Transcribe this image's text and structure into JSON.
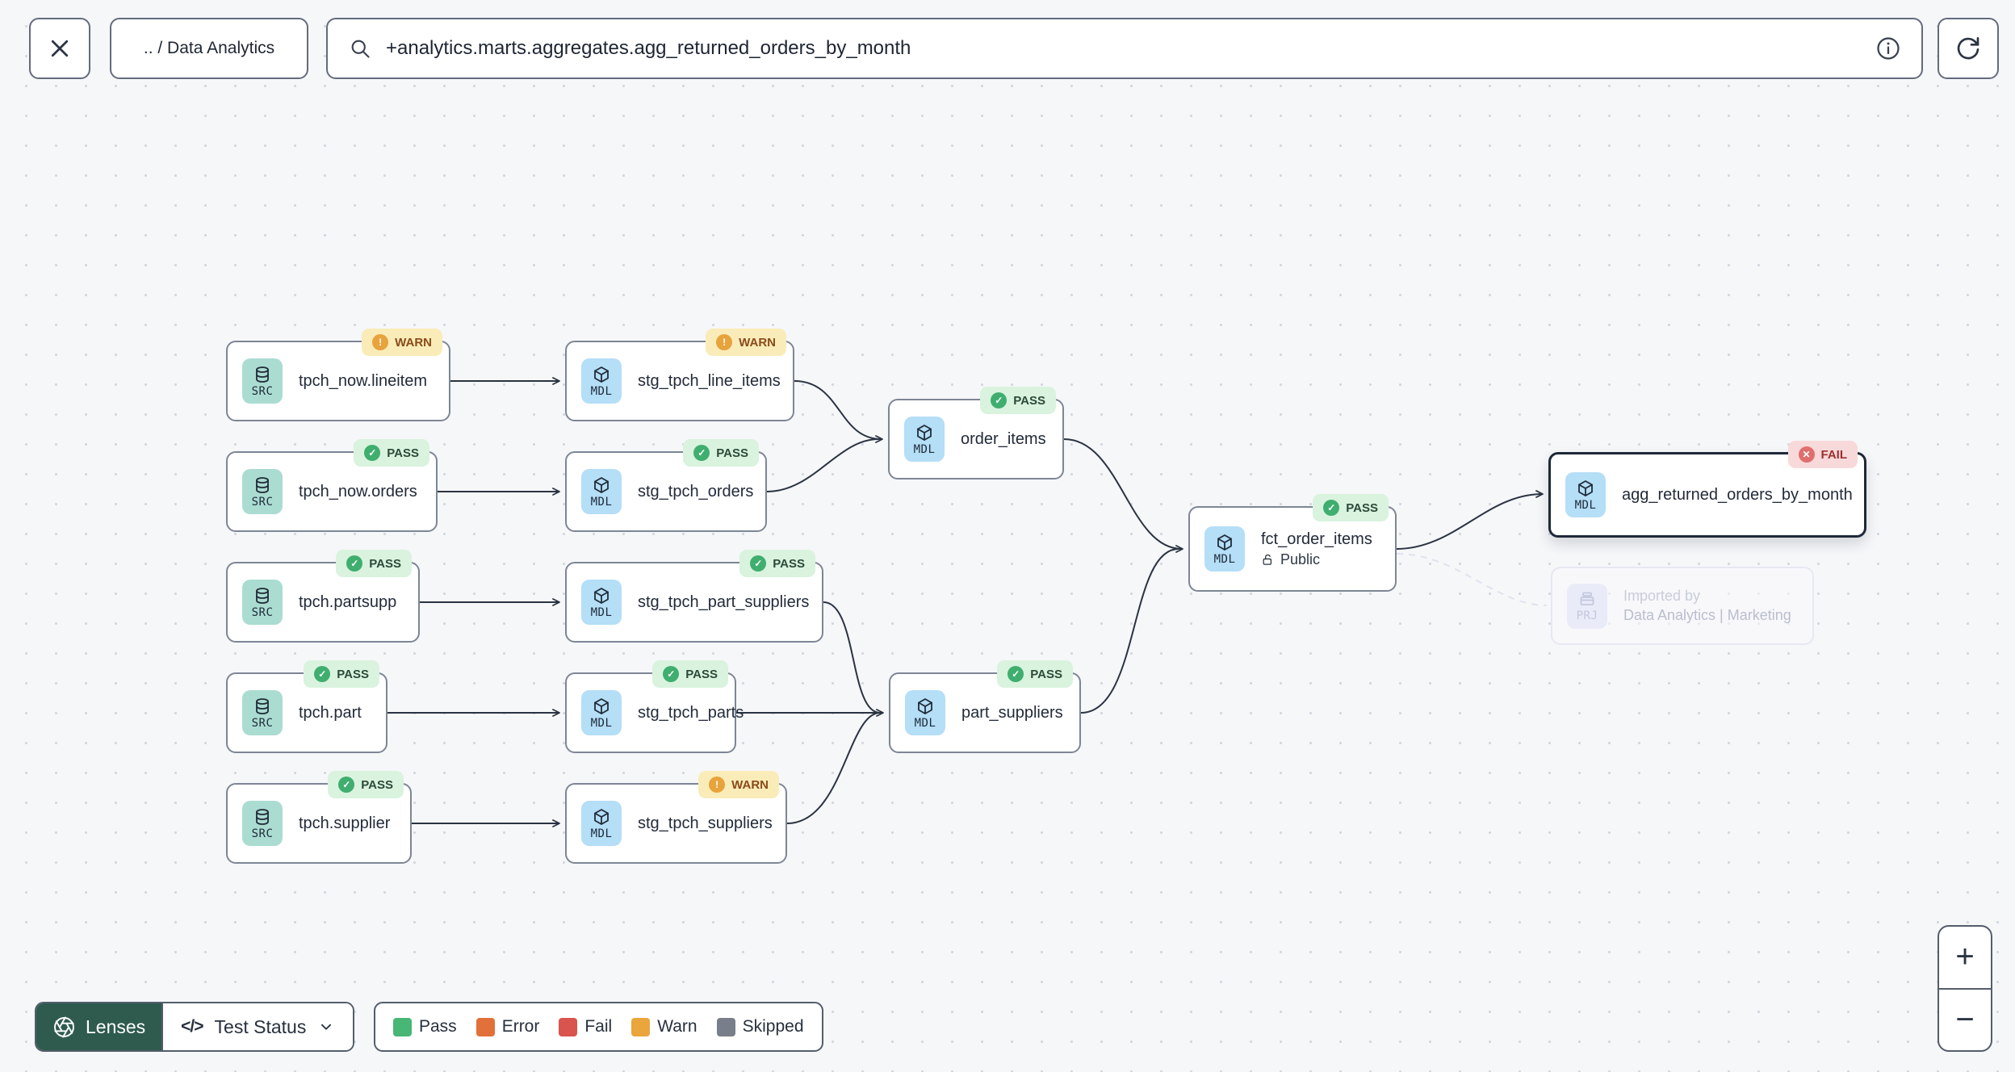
{
  "topbar": {
    "breadcrumb": ".. / Data Analytics",
    "search_value": "+analytics.marts.aggregates.agg_returned_orders_by_month"
  },
  "badge_glyphs": {
    "PASS": "✓",
    "WARN": "!",
    "FAIL": "✕"
  },
  "nodes": [
    {
      "label": "tpch_now.lineitem",
      "type": "SRC",
      "status": "WARN"
    },
    {
      "label": "stg_tpch_line_items",
      "type": "MDL",
      "status": "WARN"
    },
    {
      "label": "tpch_now.orders",
      "type": "SRC",
      "status": "PASS"
    },
    {
      "label": "stg_tpch_orders",
      "type": "MDL",
      "status": "PASS"
    },
    {
      "label": "tpch.partsupp",
      "type": "SRC",
      "status": "PASS"
    },
    {
      "label": "stg_tpch_part_suppliers",
      "type": "MDL",
      "status": "PASS"
    },
    {
      "label": "tpch.part",
      "type": "SRC",
      "status": "PASS"
    },
    {
      "label": "stg_tpch_parts",
      "type": "MDL",
      "status": "PASS"
    },
    {
      "label": "part_suppliers",
      "type": "MDL",
      "status": "PASS"
    },
    {
      "label": "tpch.supplier",
      "type": "SRC",
      "status": "PASS"
    },
    {
      "label": "stg_tpch_suppliers",
      "type": "MDL",
      "status": "WARN"
    },
    {
      "label": "order_items",
      "type": "MDL",
      "status": "PASS"
    },
    {
      "label": "fct_order_items",
      "type": "MDL",
      "status": "PASS",
      "sub": "Public"
    },
    {
      "label": "agg_returned_orders_by_month",
      "type": "MDL",
      "status": "FAIL"
    }
  ],
  "ghost": {
    "type": "PRJ",
    "line1": "Imported by",
    "line2": "Data Analytics | Marketing"
  },
  "toolbar": {
    "lenses_label": "Lenses",
    "code_glyph": "</>",
    "selected_lens": "Test Status"
  },
  "legend": {
    "items": [
      {
        "label": "Pass",
        "color": "#48b674"
      },
      {
        "label": "Error",
        "color": "#e2703a"
      },
      {
        "label": "Fail",
        "color": "#d9534f"
      },
      {
        "label": "Warn",
        "color": "#eaa53c"
      },
      {
        "label": "Skipped",
        "color": "#787f8a"
      }
    ]
  },
  "zoom_controls": {
    "zoom_in": "+",
    "zoom_out": "−"
  },
  "colors": {
    "lenses_bg": "#2e5b4e",
    "selected_border": "#1e2838",
    "edge": "#2a3342"
  }
}
